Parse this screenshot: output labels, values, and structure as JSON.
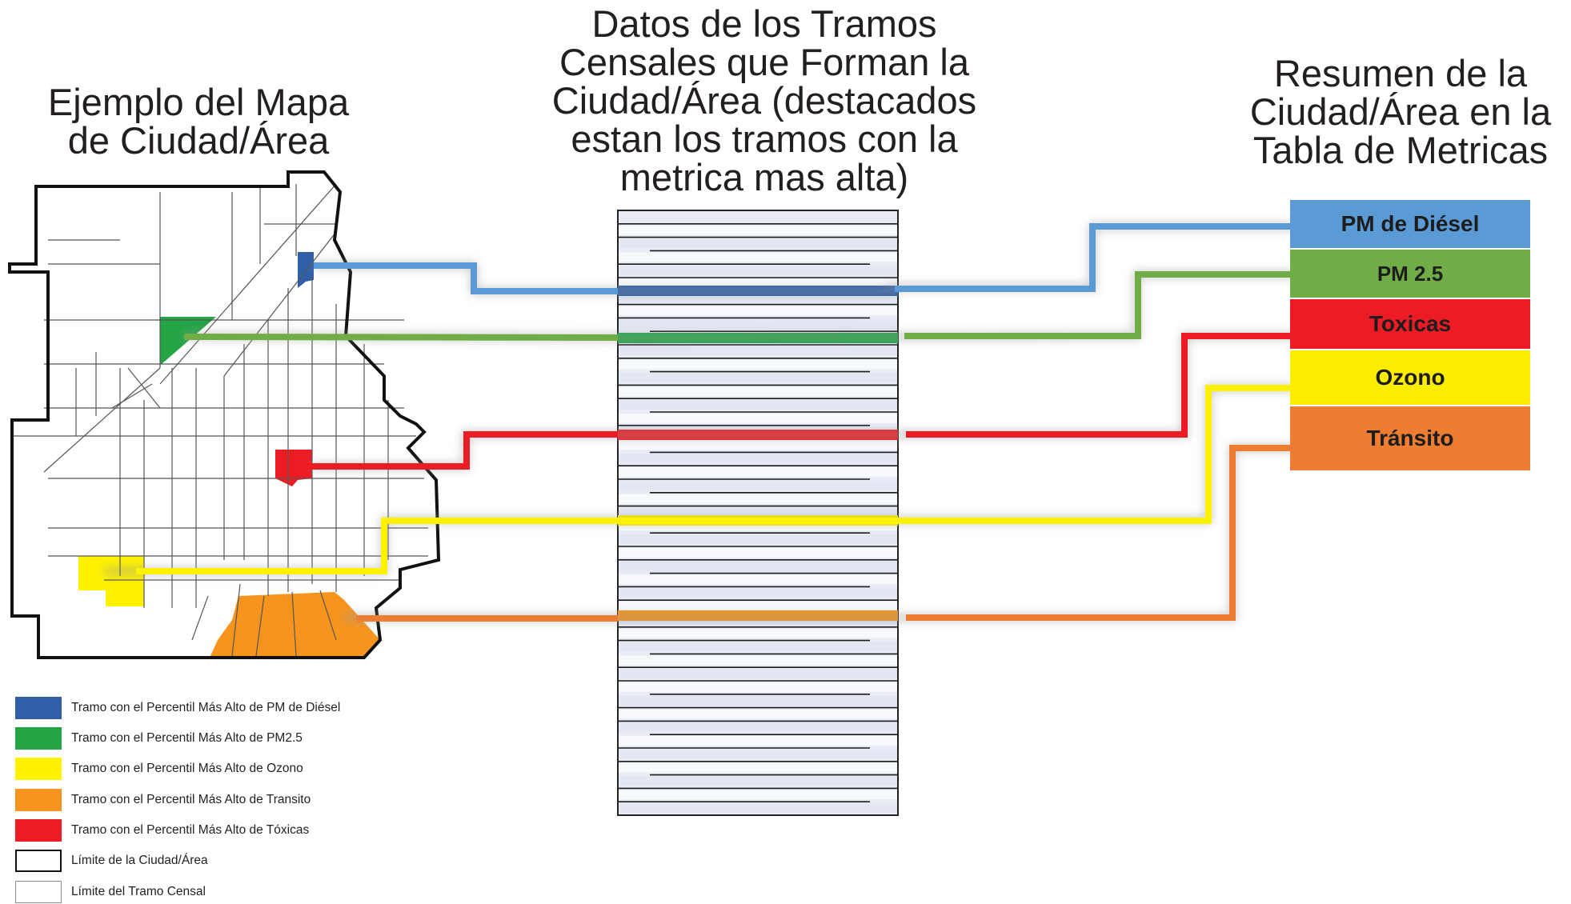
{
  "titles": {
    "map": "Ejemplo del Mapa\nde Ciudad/Área",
    "table": "Datos de los Tramos\nCensales que Forman la\nCiudad/Área (destacados\nestan los tramos con la\nmetrica mas alta)",
    "summary": "Resumen de la\nCiudad/Área en la\nTabla de Metricas"
  },
  "metrics": [
    {
      "label": "PM de Diésel",
      "color": "#5b9bd5"
    },
    {
      "label": "PM 2.5",
      "color": "#70ad47"
    },
    {
      "label": "Toxicas",
      "color": "#ed1c24"
    },
    {
      "label": "Ozono",
      "color": "#ffed00"
    },
    {
      "label": "Tránsito",
      "color": "#ed7d31"
    }
  ],
  "legend": [
    {
      "label": "Tramo con el Percentil Más Alto de PM de Diésel",
      "color": "#2e5fa8"
    },
    {
      "label": "Tramo con el Percentil Más Alto de PM2.5",
      "color": "#23a546"
    },
    {
      "label": "Tramo con el Percentil Más Alto de Ozono",
      "color": "#fff200"
    },
    {
      "label": "Tramo con el Percentil Más Alto de Transito",
      "color": "#f7941d"
    },
    {
      "label": "Tramo con el Percentil Más Alto de Tóxicas",
      "color": "#ed1c24"
    },
    {
      "label": "Límite de la Ciudad/Área",
      "color": "outline-thick"
    },
    {
      "label": "Límite del Tramo Censal",
      "color": "outline-thin"
    }
  ],
  "colors": {
    "diesel_line": "#5b9bd5",
    "pm25_line": "#70ad47",
    "toxic_line": "#ed1c24",
    "ozone_line": "#fff200",
    "transit_line": "#ed7d31",
    "diesel_tract": "#2e5fa8",
    "pm25_tract": "#23a546",
    "toxic_tract": "#ed1c24",
    "ozone_tract": "#fff200",
    "transit_tract": "#f7941d",
    "table_row_fill": "#e7ecf5"
  },
  "table": {
    "row_count": 45
  }
}
